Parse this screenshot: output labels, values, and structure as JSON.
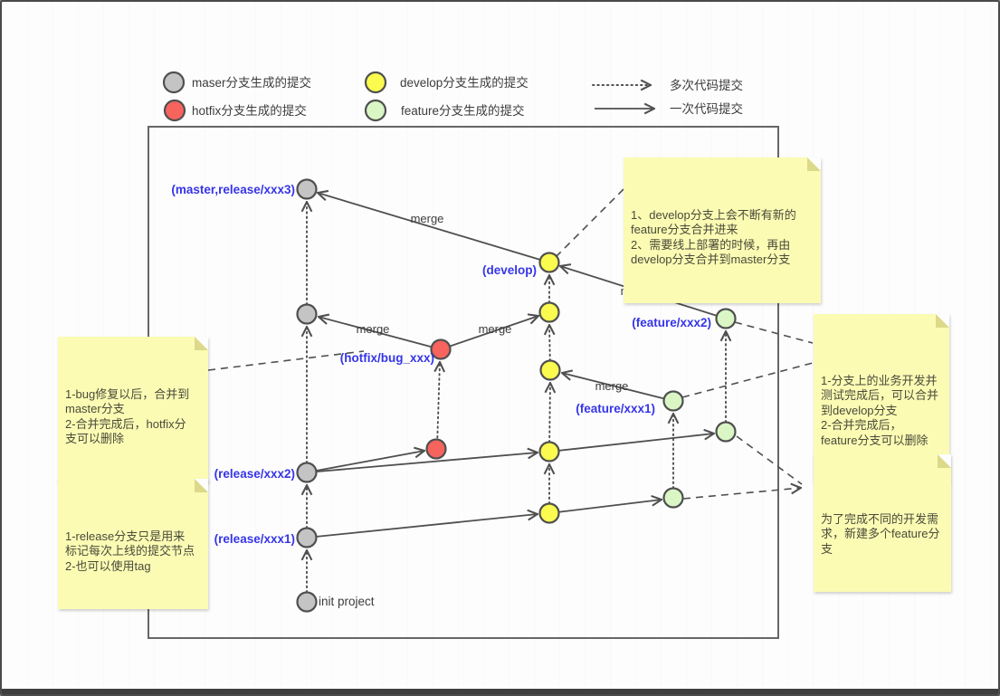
{
  "legend": {
    "commit_types": [
      {
        "label": "maser分支生成的提交",
        "color": "#c4c4c4"
      },
      {
        "label": "hotfix分支生成的提交",
        "color": "#f7635d"
      },
      {
        "label": "develop分支生成的提交",
        "color": "#fafa4f"
      },
      {
        "label": "feature分支生成的提交",
        "color": "#d9f6c4"
      }
    ],
    "arrow_types": [
      {
        "label": "多次代码提交",
        "style": "dotted"
      },
      {
        "label": "一次代码提交",
        "style": "solid"
      }
    ]
  },
  "diagram": {
    "branch_labels": {
      "master": "(master,release/xxx3)",
      "develop": "(develop)",
      "hotfix": "(hotfix/bug_xxx)",
      "feature2": "(feature/xxx2)",
      "feature1": "(feature/xxx1)",
      "release2": "(release/xxx2)",
      "release1": "(release/xxx1)"
    },
    "init_label": "init project",
    "merge_label": "merge",
    "notes": {
      "develop_merge": "1、develop分支上会不断有新的\nfeature分支合并进来\n2、需要线上部署的时候，再由\ndevelop分支合并到master分支",
      "hotfix_rule": "1-bug修复以后，合并到\nmaster分支\n2-合并完成后，hotfix分\n支可以删除",
      "feature_rule": "1-分支上的业务开发并\n测试完成后，可以合并\n到develop分支\n2-合并完成后，\nfeature分支可以删除",
      "release_rule": "1-release分支只是用来\n标记每次上线的提交节点\n2-也可以使用tag",
      "multi_feature": "为了完成不同的开发需\n求，新建多个feature分\n支"
    },
    "colors": {
      "master_commit": "#c4c4c4",
      "hotfix_commit": "#f7635d",
      "develop_commit": "#fafa4f",
      "feature_commit": "#d9f6c4",
      "branch_label": "#3535e8",
      "note_bg": "#fbfbb4",
      "line": "#4f4f4f"
    }
  }
}
